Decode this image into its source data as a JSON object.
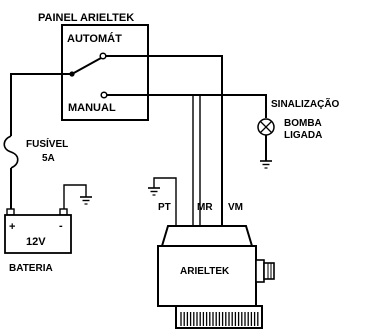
{
  "panel": {
    "title": "PAINEL ARIELTEK",
    "automat_label": "AUTOMÁT",
    "manual_label": "MANUAL"
  },
  "fuse": {
    "label_line1": "FUSÍVEL",
    "label_line2": "5A"
  },
  "battery": {
    "plus": "+",
    "minus": "-",
    "voltage": "12V",
    "label": "BATERIA"
  },
  "signaling": {
    "title": "SINALIZAÇÃO",
    "lamp_line1": "BOMBA",
    "lamp_line2": "LIGADA"
  },
  "wires": {
    "pt": "PT",
    "mr": "MR",
    "vm": "VM"
  },
  "pump": {
    "brand": "ARIELTEK"
  },
  "colors": {
    "line": "#000000",
    "background": "#ffffff"
  }
}
